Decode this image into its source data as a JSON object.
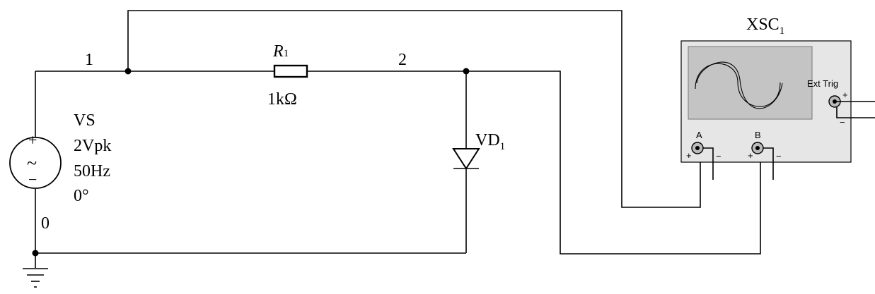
{
  "nodes": {
    "n1": "1",
    "n2": "2",
    "n0": "0"
  },
  "resistor": {
    "name": "R",
    "sub": "1",
    "value": "1kΩ"
  },
  "source": {
    "name": "VS",
    "amplitude": "2Vpk",
    "frequency": "50Hz",
    "phase": "0°",
    "plus": "+",
    "minus": "−",
    "tilde": "~"
  },
  "diode": {
    "name": "VD",
    "sub": "1"
  },
  "scope": {
    "name": "XSC",
    "sub": "1",
    "ext_trig": "Ext Trig",
    "ch_a": "A",
    "ch_b": "B",
    "plus": "+",
    "minus": "−",
    "colors": {
      "body": "#e6e6e6",
      "screen": "#c4c4c4"
    }
  }
}
